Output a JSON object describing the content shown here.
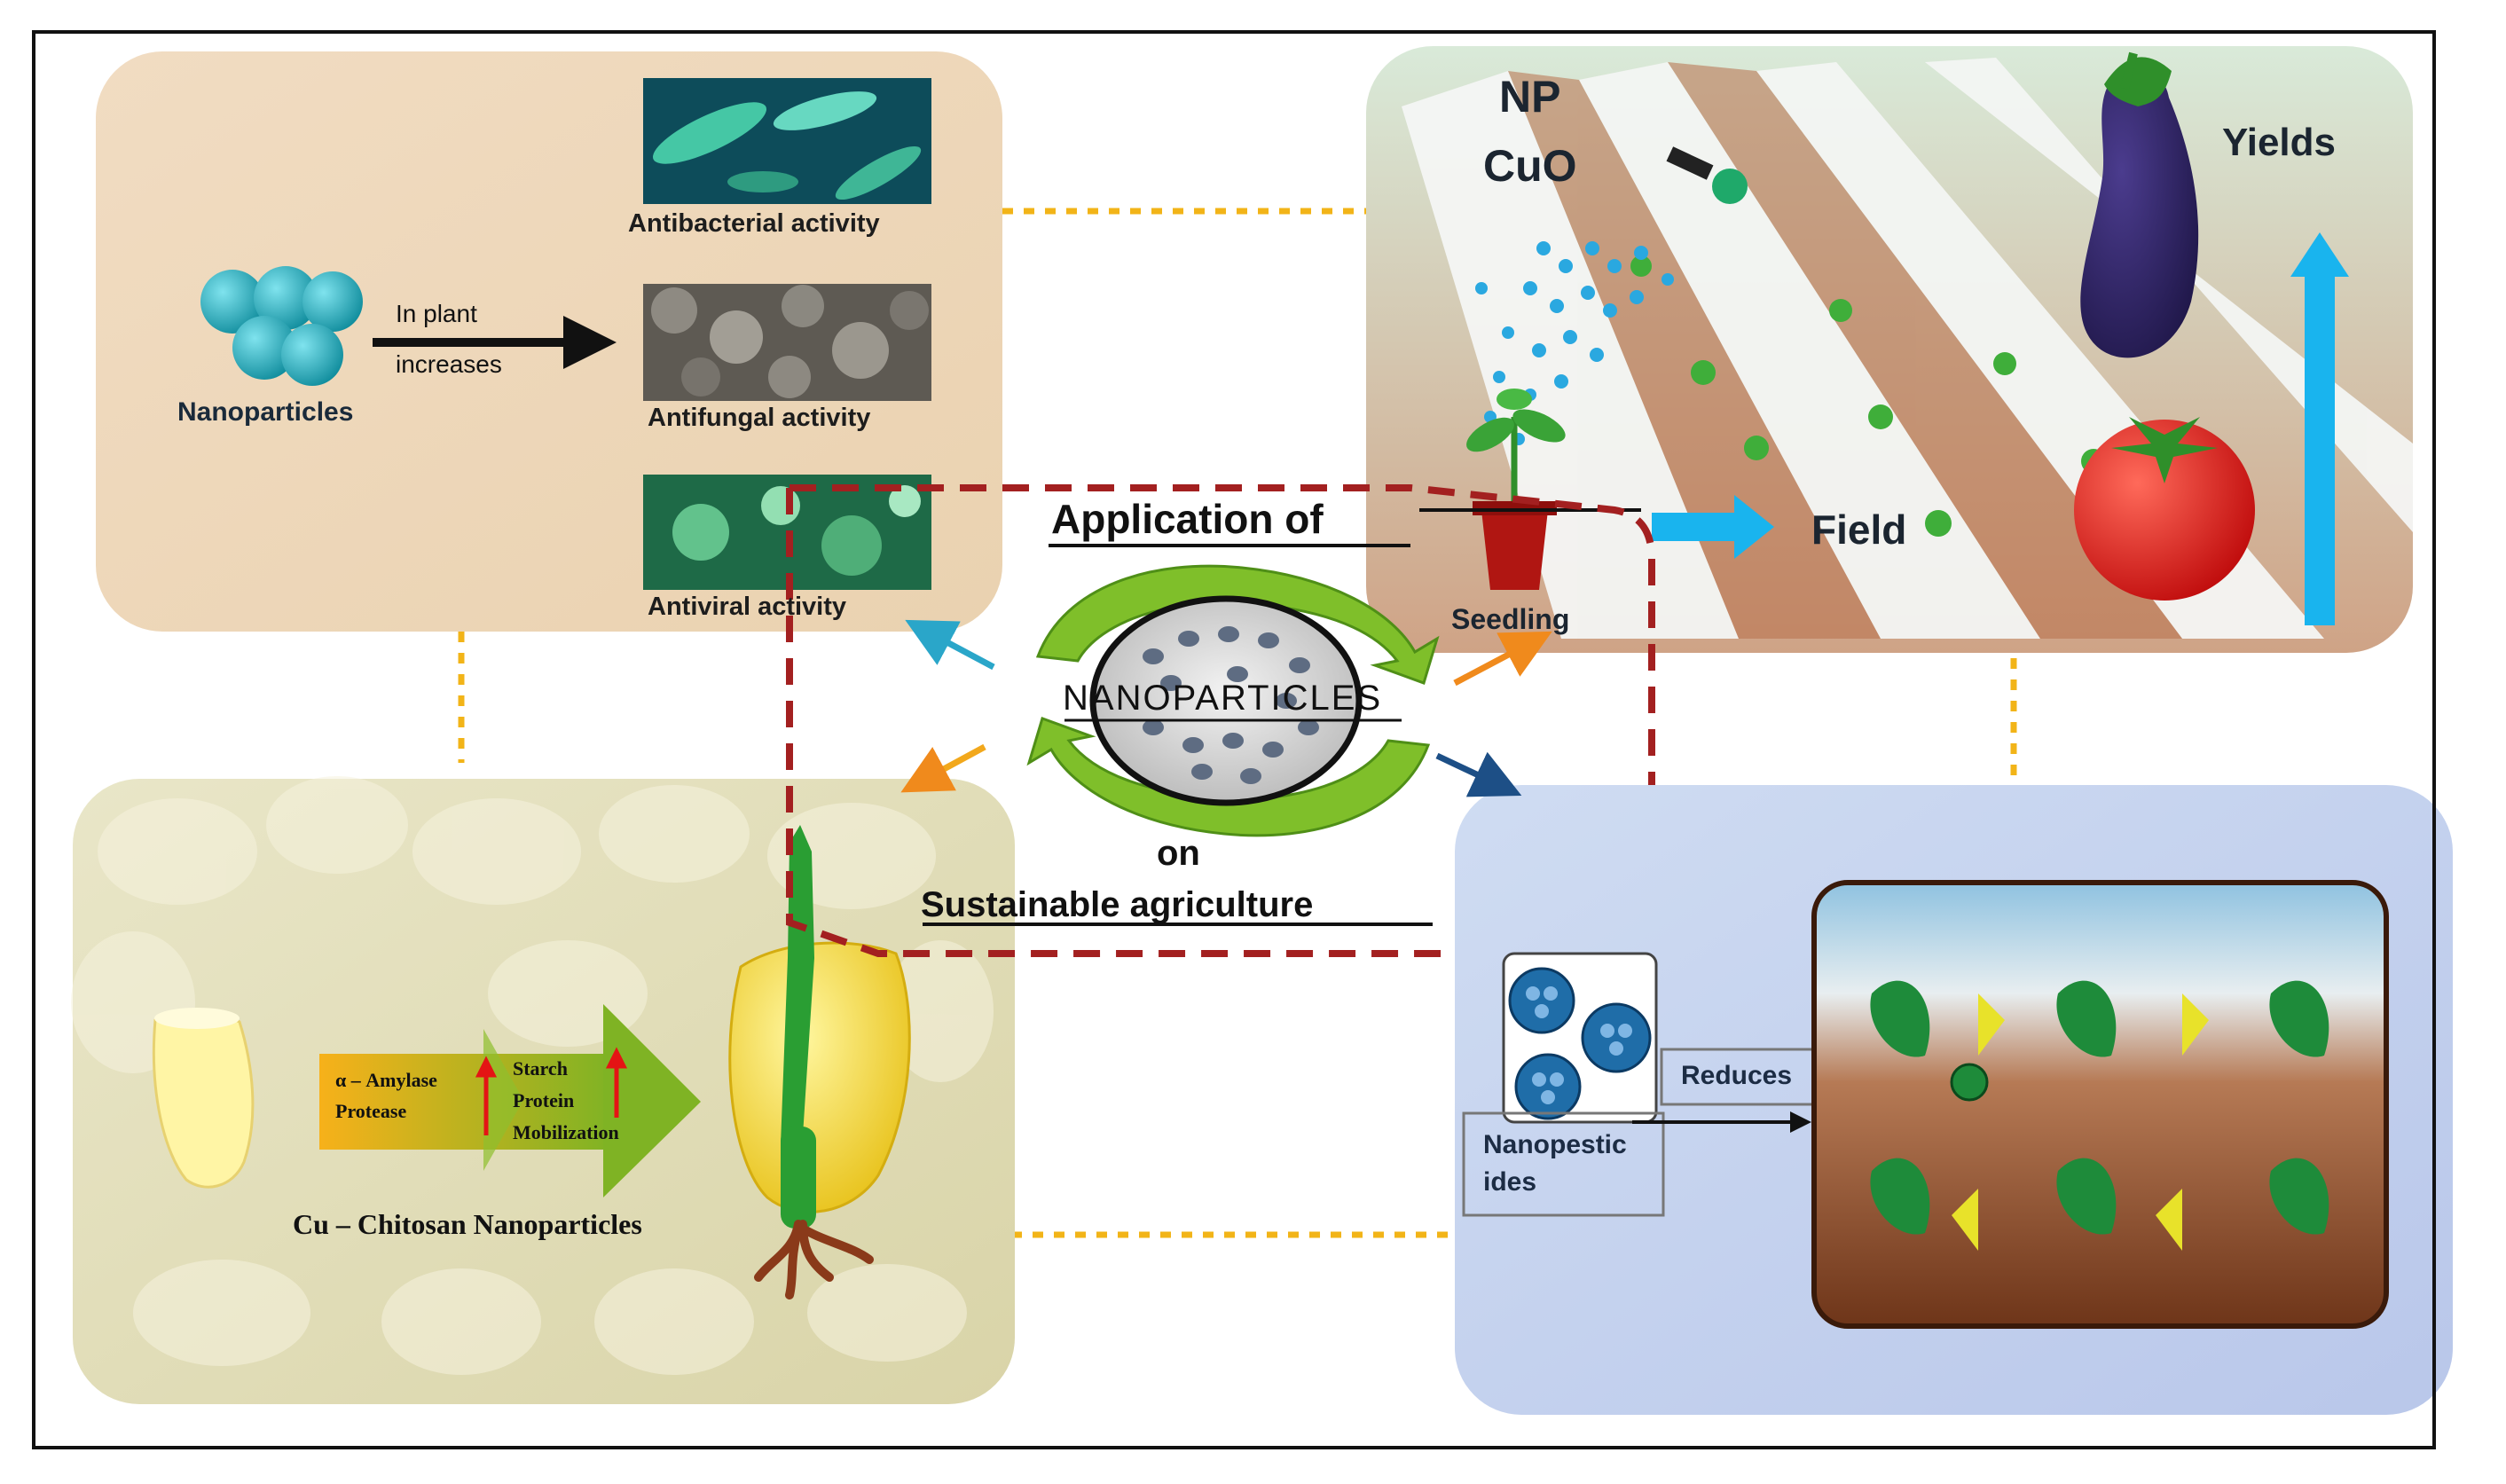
{
  "center": {
    "title_top": "Application of",
    "core": "NANOPARTICLES",
    "connector": "on",
    "title_bottom": "Sustainable  agriculture"
  },
  "panel_antimicrobial": {
    "nanoparticles_label": "Nanoparticles",
    "arrow_label_line1": "In plant",
    "arrow_label_line2": "increases",
    "activities": [
      "Antibacterial activity",
      "Antifungal activity",
      "Antiviral activity"
    ]
  },
  "panel_field": {
    "np_label_line1": "NP",
    "np_label_line2": "CuO",
    "seedling_label": "Seedling",
    "field_label": "Field",
    "yields_label": "Yields"
  },
  "panel_germination": {
    "enzymes_line1": "α – Amylase",
    "enzymes_line2": "Protease",
    "mobilization_line1": "Starch",
    "mobilization_line2": "Protein",
    "mobilization_line3": "Mobilization",
    "caption": "Cu – Chitosan Nanoparticles"
  },
  "panel_pesticides": {
    "nanopesticides_line1": "Nanopestic",
    "nanopesticides_line2": "ides",
    "reduces_label": "Reduces"
  },
  "colors": {
    "cyan_np": "#2bb8c8",
    "orange_dot": "#f2b418",
    "dash_red": "#a32020",
    "green_cycle": "#7fbf2a",
    "sky_arrow": "#19b4ee",
    "tomato": "#e01a18",
    "eggplant": "#2b2160"
  }
}
